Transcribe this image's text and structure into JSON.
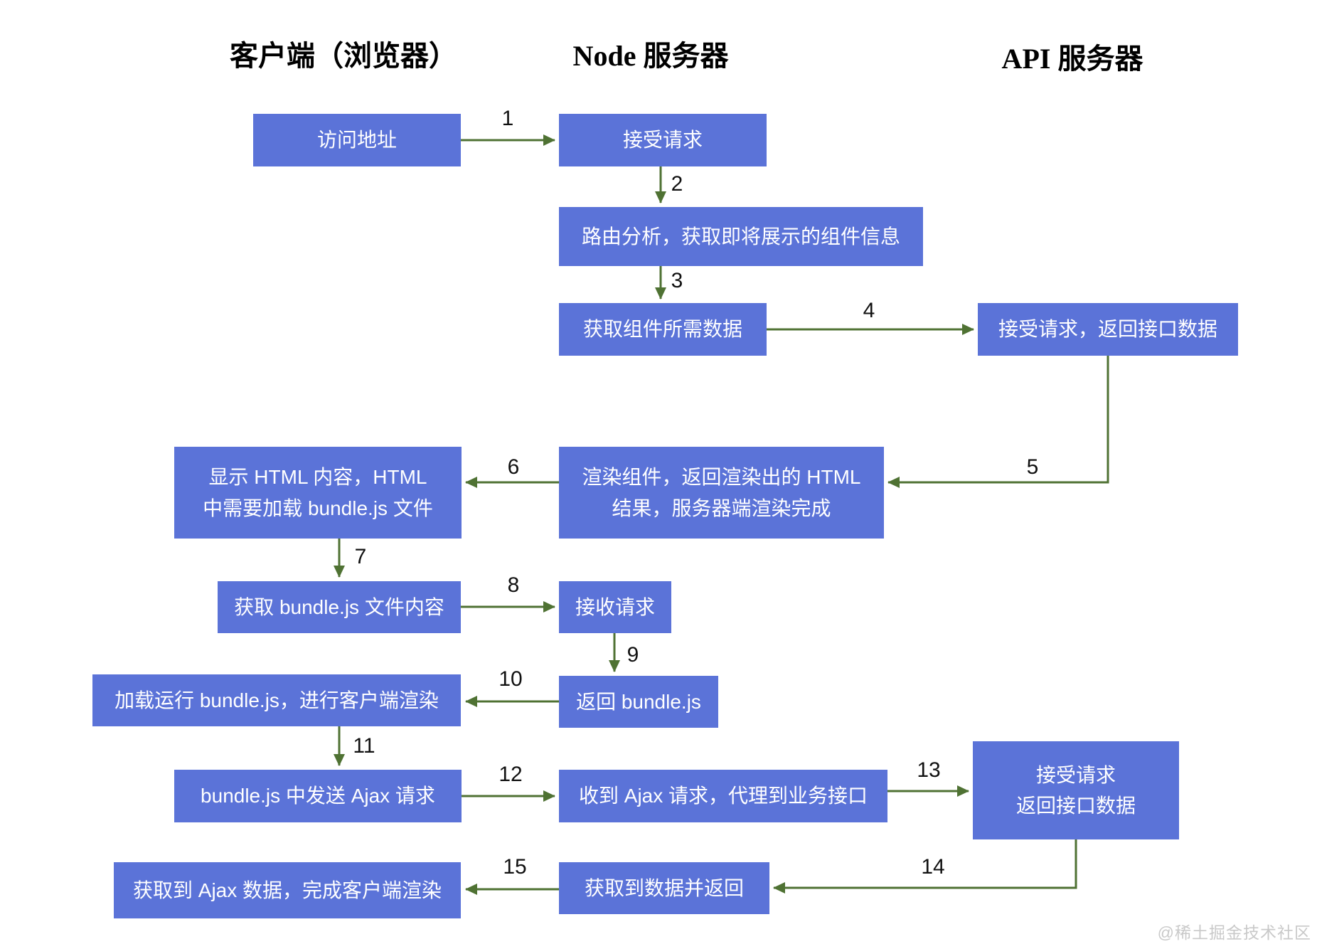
{
  "colors": {
    "box": "#5b73d8",
    "arrow": "#4f7233",
    "box_text": "#ffffff",
    "label": "#111111",
    "watermark": "#c9c9c9"
  },
  "columns": [
    {
      "id": "client",
      "title": "客户端（浏览器）"
    },
    {
      "id": "node",
      "title": "Node 服务器"
    },
    {
      "id": "api",
      "title": "API 服务器"
    }
  ],
  "boxes": [
    {
      "id": "b1",
      "column": "client",
      "label": "访问地址"
    },
    {
      "id": "b2",
      "column": "node",
      "label": "接受请求"
    },
    {
      "id": "b3",
      "column": "node",
      "label": "路由分析，获取即将展示的组件信息"
    },
    {
      "id": "b4",
      "column": "node",
      "label": "获取组件所需数据"
    },
    {
      "id": "b5",
      "column": "api",
      "label": "接受请求，返回接口数据"
    },
    {
      "id": "b6",
      "column": "client",
      "label": "显示 HTML 内容，HTML\n中需要加载 bundle.js 文件"
    },
    {
      "id": "b7",
      "column": "node",
      "label": "渲染组件，返回渲染出的 HTML\n结果，服务器端渲染完成"
    },
    {
      "id": "b8",
      "column": "client",
      "label": "获取 bundle.js 文件内容"
    },
    {
      "id": "b9",
      "column": "node",
      "label": "接收请求"
    },
    {
      "id": "b10",
      "column": "client",
      "label": "加载运行 bundle.js，进行客户端渲染"
    },
    {
      "id": "b11",
      "column": "node",
      "label": "返回 bundle.js"
    },
    {
      "id": "b12",
      "column": "client",
      "label": "bundle.js 中发送 Ajax 请求"
    },
    {
      "id": "b13",
      "column": "node",
      "label": "收到 Ajax 请求，代理到业务接口"
    },
    {
      "id": "b14",
      "column": "api",
      "label": "接受请求\n返回接口数据"
    },
    {
      "id": "b15",
      "column": "node",
      "label": "获取到数据并返回"
    },
    {
      "id": "b16",
      "column": "client",
      "label": "获取到 Ajax 数据，完成客户端渲染"
    }
  ],
  "arrows": [
    {
      "label": "1",
      "from": "b1",
      "to": "b2"
    },
    {
      "label": "2",
      "from": "b2",
      "to": "b3"
    },
    {
      "label": "3",
      "from": "b3",
      "to": "b4"
    },
    {
      "label": "4",
      "from": "b4",
      "to": "b5"
    },
    {
      "label": "5",
      "from": "b5",
      "to": "b7"
    },
    {
      "label": "6",
      "from": "b7",
      "to": "b6"
    },
    {
      "label": "7",
      "from": "b6",
      "to": "b8"
    },
    {
      "label": "8",
      "from": "b8",
      "to": "b9"
    },
    {
      "label": "9",
      "from": "b9",
      "to": "b11"
    },
    {
      "label": "10",
      "from": "b11",
      "to": "b10"
    },
    {
      "label": "11",
      "from": "b10",
      "to": "b12"
    },
    {
      "label": "12",
      "from": "b12",
      "to": "b13"
    },
    {
      "label": "13",
      "from": "b13",
      "to": "b14"
    },
    {
      "label": "14",
      "from": "b14",
      "to": "b15"
    },
    {
      "label": "15",
      "from": "b15",
      "to": "b16"
    }
  ],
  "watermark": "@稀土掘金技术社区"
}
